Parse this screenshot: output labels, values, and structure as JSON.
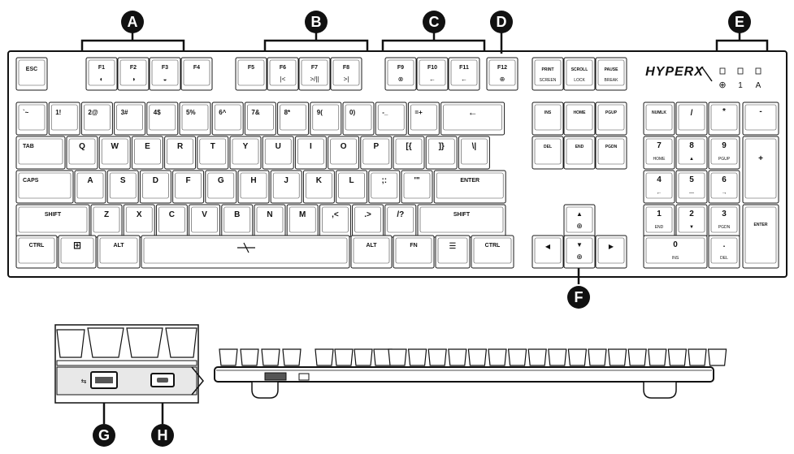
{
  "brand": {
    "logo_text": "HYPERX"
  },
  "callouts": [
    {
      "id": "A"
    },
    {
      "id": "B"
    },
    {
      "id": "C"
    },
    {
      "id": "D"
    },
    {
      "id": "E"
    },
    {
      "id": "F"
    },
    {
      "id": "G"
    },
    {
      "id": "H"
    }
  ],
  "indicators": [
    {
      "label": "⊕",
      "icon": "game-mode-icon"
    },
    {
      "label": "1",
      "icon": "num-lock-indicator"
    },
    {
      "label": "A",
      "icon": "caps-lock-indicator"
    }
  ],
  "keys": {
    "esc": "ESC",
    "f1": "F1",
    "f2": "F2",
    "f3": "F3",
    "f4": "F4",
    "f5": "F5",
    "f6": "F6",
    "f7": "F7",
    "f8": "F8",
    "f9": "F9",
    "f10": "F10",
    "f11": "F11",
    "f12": "F12",
    "f6_sub": "|<",
    "f7_sub": ">/||",
    "f8_sub": ">|",
    "print": "PRINT",
    "print2": "SCREEN",
    "scroll": "SCROLL",
    "scroll2": "LOCK",
    "pause": "PAUSE",
    "pause2": "BREAK",
    "r1": [
      "`~",
      "1!",
      "2@",
      "3#",
      "4$",
      "5%",
      "6^",
      "7&",
      "8*",
      "9(",
      "0)",
      "-_",
      "=+"
    ],
    "tab": "TAB",
    "r2": [
      "Q",
      "W",
      "E",
      "R",
      "T",
      "Y",
      "U",
      "I",
      "O",
      "P",
      "[{",
      "]}",
      "\\|"
    ],
    "caps": "CAPS",
    "r3": [
      "A",
      "S",
      "D",
      "F",
      "G",
      "H",
      "J",
      "K",
      "L",
      ";:",
      "'\""
    ],
    "enter": "ENTER",
    "shift": "SHIFT",
    "r4": [
      "Z",
      "X",
      "C",
      "V",
      "B",
      "N",
      "M",
      ",<",
      ".>",
      "/?"
    ],
    "ctrl": "CTRL",
    "alt": "ALT",
    "fn": "FN",
    "ins": "INS",
    "home": "HOME",
    "pgup": "PGUP",
    "del": "DEL",
    "end": "END",
    "pgdn": "PGDN",
    "numlk": "NUMLK",
    "slash": "/",
    "star": "*",
    "minus": "-",
    "plus": "+",
    "n7": "7",
    "n8": "8",
    "n9": "9",
    "n4": "4",
    "n5": "5",
    "n6": "6",
    "n1": "1",
    "n2": "2",
    "n3": "3",
    "n0": "0",
    "ndot": ".",
    "n7s": "HOME",
    "n9s": "PGUP",
    "n1s": "END",
    "n3s": "PGDN",
    "n0s": "INS",
    "ndots": "DEL",
    "up": "▲",
    "down": "▼",
    "left": "◀",
    "right": "▶"
  }
}
